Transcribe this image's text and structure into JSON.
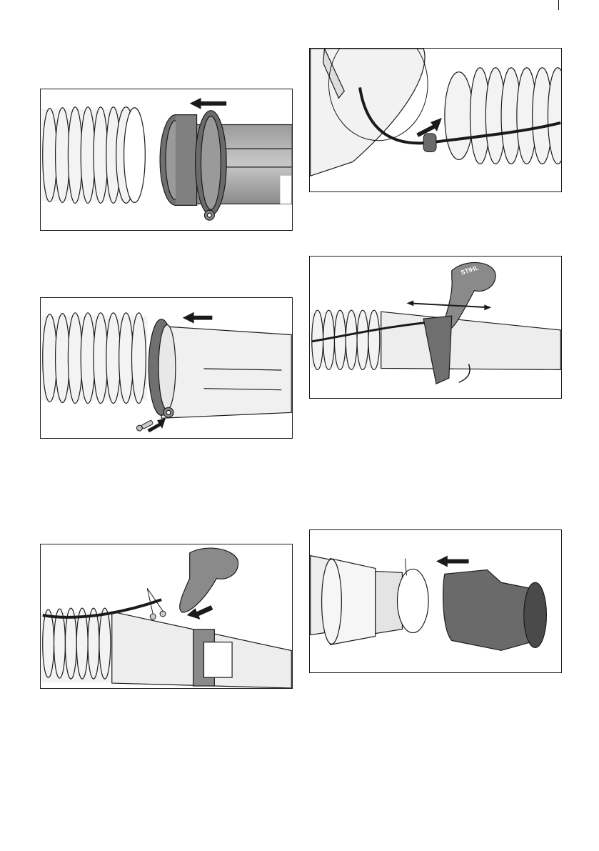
{
  "page": {
    "background": "#ffffff"
  },
  "illustrations": [
    {
      "id": "fig-1",
      "content": "blower-tube-to-flex-hose-illustration"
    },
    {
      "id": "fig-2",
      "content": "hose-clamp-screw-illustration"
    },
    {
      "id": "fig-3",
      "content": "control-handle-mounting-screws-illustration"
    },
    {
      "id": "fig-4",
      "content": "throttle-cable-grommet-illustration"
    },
    {
      "id": "fig-5",
      "content": "handle-adjust-illustration"
    },
    {
      "id": "fig-6",
      "content": "nozzle-attach-illustration"
    }
  ],
  "brand": {
    "logo_text": "STIHL"
  },
  "colors": {
    "line": "#1a1a1a",
    "hose": "#f3f3f3",
    "clamp": "#6f6f6f",
    "tube": "#ededed",
    "handle": "#8a8a8a"
  }
}
